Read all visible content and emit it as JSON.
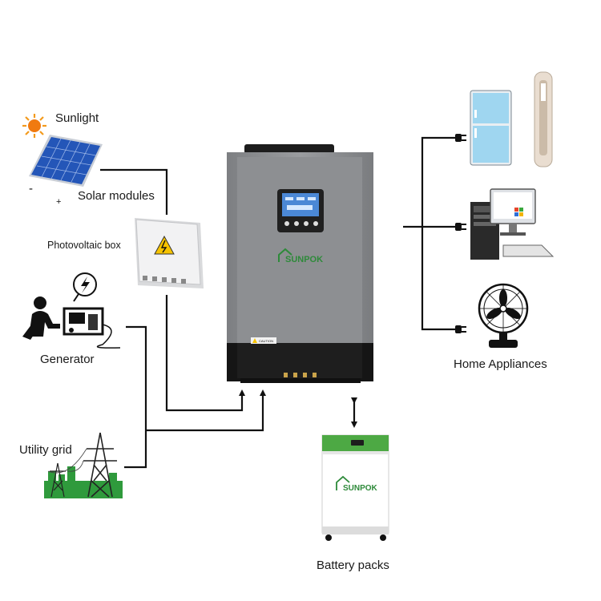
{
  "labels": {
    "sunlight": "Sunlight",
    "solar_modules": "Solar modules",
    "photovoltaic_box": "Photovoltaic box",
    "generator": "Generator",
    "utility_grid": "Utility grid",
    "home_appliances": "Home Appliances",
    "battery_packs": "Battery packs"
  },
  "solar": {
    "minus": "-",
    "plus": "+"
  },
  "brand": {
    "inverter_logo": "SUNPOK",
    "battery_logo": "SUNPOK"
  },
  "inverter": {
    "caution_label": "CAUTION"
  },
  "colors": {
    "inverter_body": "#8a8c8e",
    "inverter_dark": "#151515",
    "brand_green": "#2e8a3a",
    "solar_blue": "#2456b8",
    "fridge_blue": "#9fd6f0",
    "battery_green": "#4da944",
    "grid_green": "#2f9a3c",
    "line": "#111111"
  }
}
